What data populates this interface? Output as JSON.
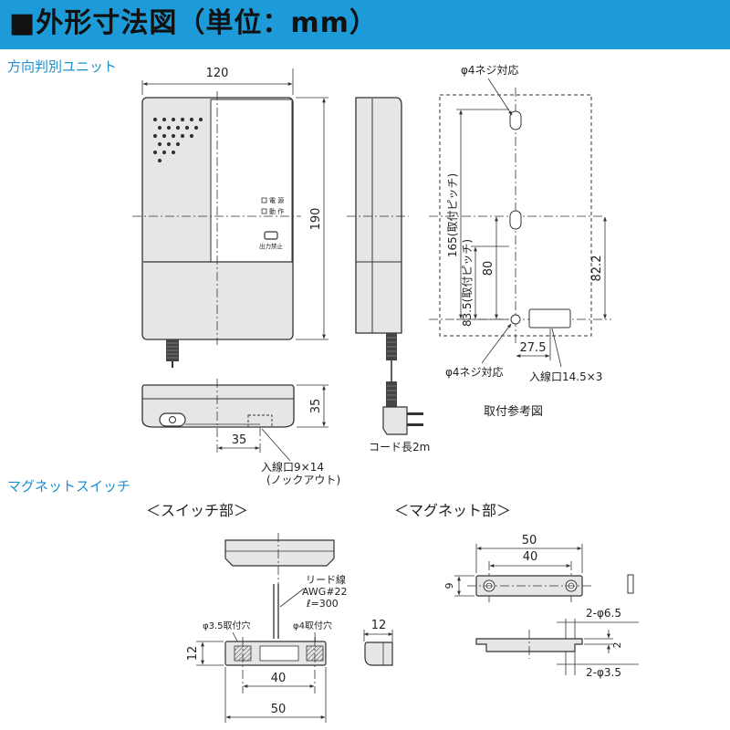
{
  "header": {
    "title": "■外形寸法図（単位：mm）"
  },
  "sections": {
    "unit_title": "方向判別ユニット",
    "magnet_title": "マグネットスイッチ"
  },
  "unit": {
    "dim_width": "120",
    "dim_height": "190",
    "dim_depth": "35",
    "dim_bottom_offset": "35",
    "led_power": "電 源",
    "led_action": "動 作",
    "button_label": "出力禁止",
    "inlet_label": "入線口9×14",
    "knockout_label": "(ノックアウト)",
    "cord_label": "コード長2m"
  },
  "mounting": {
    "screw_top_label": "φ4ネジ対応",
    "screw_bottom_label": "φ4ネジ対応",
    "pitch_165": "165(取付ピッチ)",
    "pitch_83_5": "83.5(取付ピッチ)",
    "dim_80": "80",
    "dim_82_2": "82.2",
    "dim_27_5": "27.5",
    "inlet_label": "入線口14.5×3",
    "caption": "取付参考図"
  },
  "switch_part": {
    "title": "＜スイッチ部＞",
    "lead_wire_1": "リード線",
    "lead_wire_2": "AWG#22",
    "lead_wire_3": "ℓ=300",
    "hole_3_5": "φ3.5取付穴",
    "hole_4": "φ4取付穴",
    "dim_12_height": "12",
    "dim_12_side": "12",
    "dim_40": "40",
    "dim_50": "50"
  },
  "magnet_part": {
    "title": "＜マグネット部＞",
    "dim_50": "50",
    "dim_40": "40",
    "dim_9": "9",
    "hole_6_5": "2-φ6.5",
    "dim_2": "2",
    "hole_3_5": "2-φ3.5"
  },
  "colors": {
    "banner": "#1d9bd8",
    "section_title": "#1d8fd0",
    "body_gray": "#e6e6e6",
    "outline": "#333333"
  }
}
